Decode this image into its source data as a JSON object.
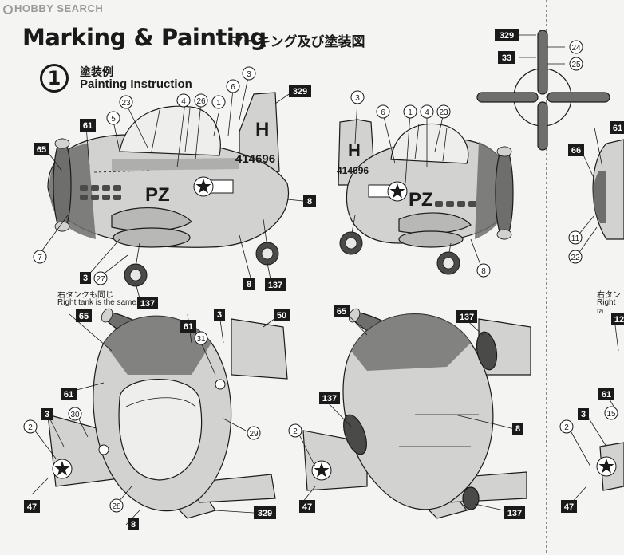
{
  "header": {
    "watermark": "HOBBY SEARCH",
    "title": "Marking & Painting",
    "subtitle_jp": "マーキング及び塗装図"
  },
  "section": {
    "step_number": "1",
    "label_jp": "塗装例",
    "label_en": "Painting Instruction"
  },
  "notes": {
    "right_tank_jp": "右タンクも同じ",
    "right_tank_en": "Right tank is the same.",
    "right_tank_jp_cut": "右タン",
    "right_tank_en_cut": "Right ta"
  },
  "markings": {
    "tail_letter": "H",
    "serial": "414696",
    "code": "PZ"
  },
  "colors": {
    "ink": "#1a1a1a",
    "paper": "#f4f4f2",
    "metal": "#d2d2d0",
    "olive": "#6e6e6c",
    "panel": "#8a8a88"
  },
  "callouts": {
    "boxed": {
      "b329_top": "329",
      "b33": "33",
      "b61a": "61",
      "b65a": "65",
      "b329a": "329",
      "b8a": "8",
      "b3a": "3",
      "b8b": "8",
      "b137a": "137",
      "b137b": "137",
      "b65b": "65",
      "b61b": "61",
      "b3b": "3",
      "b50": "50",
      "b61c": "61",
      "b3c": "3",
      "b47a": "47",
      "b8c": "8",
      "b329b": "329",
      "b65c": "65",
      "b137c": "137",
      "b137d": "137",
      "b8d": "8",
      "b47b": "47",
      "b137e": "137",
      "b61r": "61",
      "b66r": "66",
      "b12r": "12",
      "b61r2": "61",
      "b3r": "3",
      "b47r": "47"
    },
    "circled": {
      "c24": "24",
      "c25": "25",
      "c3a": "3",
      "c6a": "6",
      "c1a": "1",
      "c4a": "4",
      "c26": "26",
      "c23a": "23",
      "c5": "5",
      "c7": "7",
      "c27": "27",
      "c3b": "3",
      "c6b": "6",
      "c1b": "1",
      "c4b": "4",
      "c23b": "23",
      "c8a": "8",
      "c31": "31",
      "c2a": "2",
      "c30": "30",
      "c29": "29",
      "c28": "28",
      "c2b": "2",
      "c11": "11",
      "c22": "22",
      "c15": "15",
      "c2c": "2"
    }
  }
}
